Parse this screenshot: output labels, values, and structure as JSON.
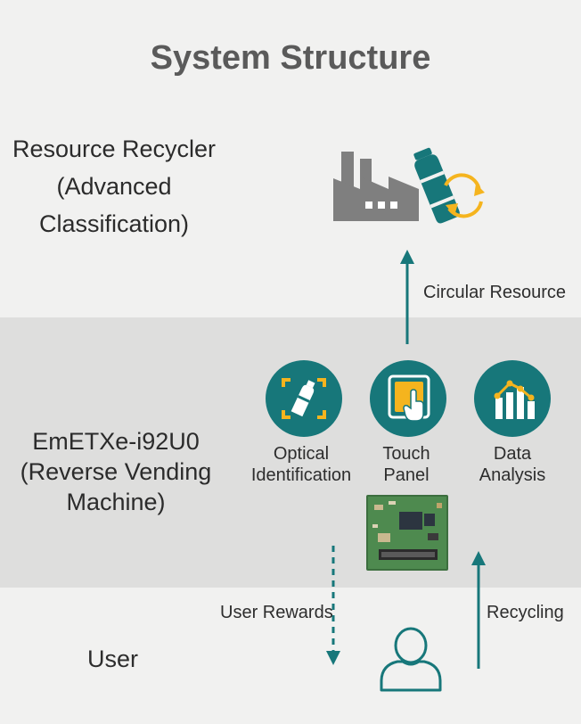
{
  "title": "System Structure",
  "recycler": {
    "line1": "Resource Recycler",
    "line2": "(Advanced",
    "line3": "Classification)"
  },
  "machine": {
    "line1": "EmETXe-i92U0",
    "line2": "(Reverse Vending",
    "line3": "Machine)"
  },
  "user": {
    "label": "User"
  },
  "arrows": {
    "circular": "Circular Resource",
    "rewards": "User Rewards",
    "recycling": "Recycling"
  },
  "features": [
    {
      "line1": "Optical",
      "line2": "Identification",
      "icon": "bottle-scan-icon"
    },
    {
      "line1": "Touch",
      "line2": "Panel",
      "icon": "touch-panel-icon"
    },
    {
      "line1": "Data",
      "line2": "Analysis",
      "icon": "bar-chart-icon"
    }
  ],
  "colors": {
    "teal": "#17777a",
    "accent": "#f5b41e",
    "gray": "#7f7f7f"
  }
}
